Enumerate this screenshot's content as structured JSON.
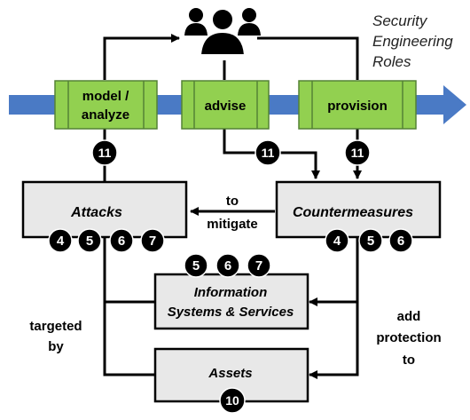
{
  "heading": {
    "line1": "Security",
    "line2": "Engineering",
    "line3": "Roles"
  },
  "roles": {
    "model_line1": "model /",
    "model_line2": "analyze",
    "advise": "advise",
    "provision": "provision"
  },
  "boxes": {
    "attacks": "Attacks",
    "countermeasures": "Countermeasures",
    "info_line1": "Information",
    "info_line2": "Systems & Services",
    "assets": "Assets"
  },
  "edge_labels": {
    "mitigate_line1": "to",
    "mitigate_line2": "mitigate",
    "targeted_line1": "targeted",
    "targeted_line2": "by",
    "protection_line1": "add",
    "protection_line2": "protection",
    "protection_line3": "to"
  },
  "badges": {
    "model": "11",
    "advise": "11",
    "provision": "11",
    "attacks": [
      "4",
      "5",
      "6",
      "7"
    ],
    "countermeasures": [
      "4",
      "5",
      "6"
    ],
    "info": [
      "5",
      "6",
      "7"
    ],
    "assets": "10"
  },
  "colors": {
    "role_fill": "#92d050",
    "role_border": "#548235",
    "band_blue": "#4a7ac5",
    "box_fill": "#e8e8e8",
    "badge_fill": "#000000",
    "badge_text": "#ffffff"
  },
  "icons": {
    "people": "people-group-icon"
  }
}
